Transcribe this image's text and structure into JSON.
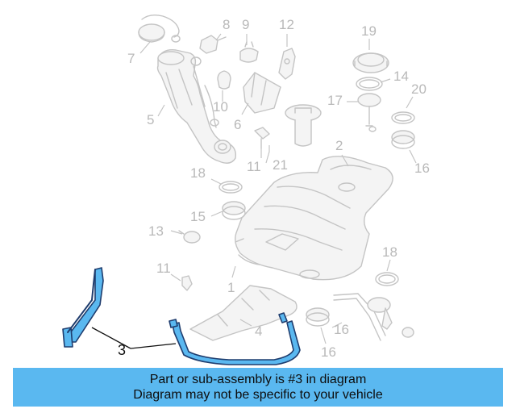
{
  "highlight": {
    "part_number": "3",
    "color": "#5ab8f0",
    "outline_color": "#1f3d6e"
  },
  "callouts": [
    {
      "id": "1",
      "label": "1"
    },
    {
      "id": "2",
      "label": "2"
    },
    {
      "id": "3",
      "label": "3"
    },
    {
      "id": "4",
      "label": "4"
    },
    {
      "id": "5",
      "label": "5"
    },
    {
      "id": "6",
      "label": "6"
    },
    {
      "id": "7",
      "label": "7"
    },
    {
      "id": "8",
      "label": "8"
    },
    {
      "id": "9",
      "label": "9"
    },
    {
      "id": "10",
      "label": "10"
    },
    {
      "id": "11a",
      "label": "11"
    },
    {
      "id": "11b",
      "label": "11"
    },
    {
      "id": "12",
      "label": "12"
    },
    {
      "id": "13",
      "label": "13"
    },
    {
      "id": "14",
      "label": "14"
    },
    {
      "id": "15",
      "label": "15"
    },
    {
      "id": "16a",
      "label": "16"
    },
    {
      "id": "16b",
      "label": "16"
    },
    {
      "id": "16c",
      "label": "16"
    },
    {
      "id": "17",
      "label": "17"
    },
    {
      "id": "18a",
      "label": "18"
    },
    {
      "id": "18b",
      "label": "18"
    },
    {
      "id": "19",
      "label": "19"
    },
    {
      "id": "20",
      "label": "20"
    },
    {
      "id": "21",
      "label": "21"
    }
  ],
  "banner": {
    "line1": "Part or sub-assembly is #3 in diagram",
    "line2": "Diagram may not be specific to your vehicle",
    "background": "#5ab8f0"
  }
}
